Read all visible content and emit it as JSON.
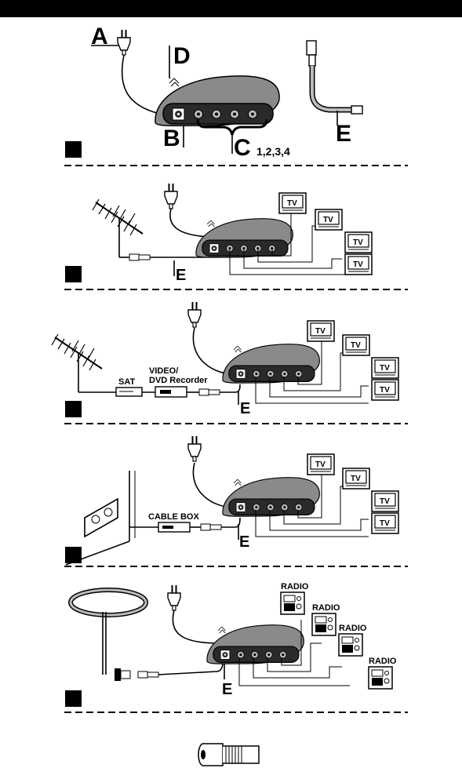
{
  "labels": {
    "a": "A",
    "b": "B",
    "c": "C",
    "c_numbers": "1,2,3,4",
    "d": "D",
    "e": "E"
  },
  "devices": {
    "tv": "TV",
    "sat": "SAT",
    "recorder_line1": "VIDEO/",
    "recorder_line2": "DVD Recorder",
    "cable_box": "CABLE BOX",
    "radio": "RADIO"
  },
  "colors": {
    "top_bar": "#000000",
    "splitter_body": "#8a8a8a",
    "splitter_panel": "#2a2a2a"
  },
  "icons": {
    "plug": "power-plug-icon",
    "antenna": "antenna-icon",
    "connector": "coax-connector-icon"
  }
}
